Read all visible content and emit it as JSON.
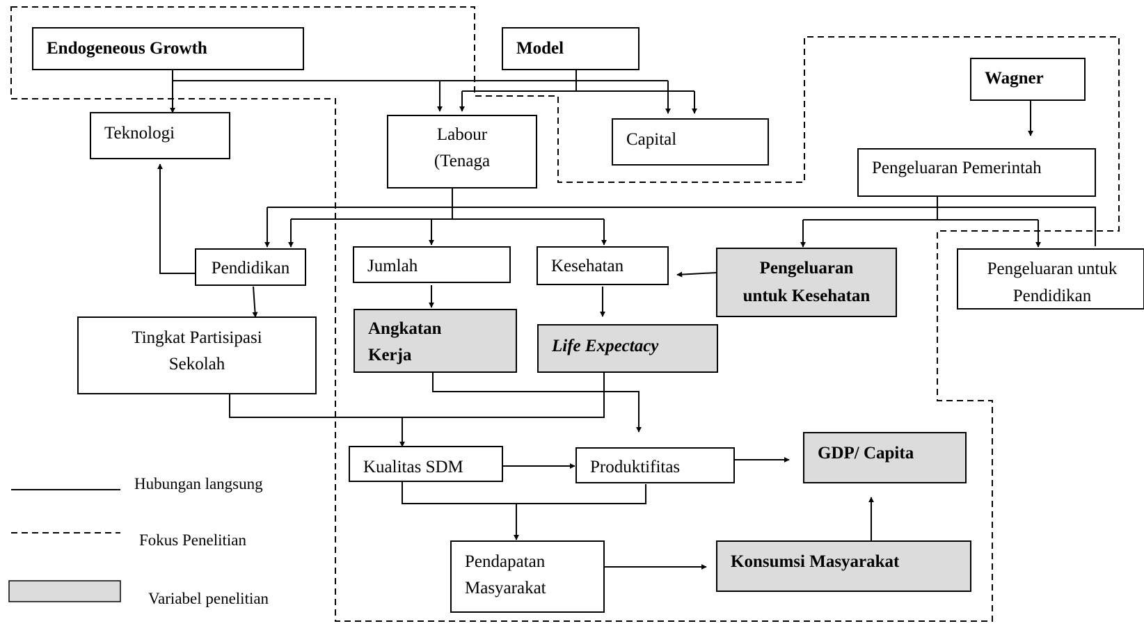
{
  "nodes": {
    "endogeneous_growth": "Endogeneous Growth",
    "model": "Model",
    "wagner": "Wagner",
    "teknologi": "Teknologi",
    "labour_line1": "Labour",
    "labour_line2": "(Tenaga",
    "capital": "Capital",
    "pengeluaran_pemerintah": "Pengeluaran Pemerintah",
    "pendidikan": "Pendidikan",
    "jumlah": "Jumlah",
    "kesehatan": "Kesehatan",
    "pengeluaran_kesehatan_line1": "Pengeluaran",
    "pengeluaran_kesehatan_line2": "untuk Kesehatan",
    "pengeluaran_pendidikan_line1": "Pengeluaran untuk",
    "pengeluaran_pendidikan_line2": "Pendidikan",
    "tps_line1": "Tingkat Partisipasi",
    "tps_line2": "Sekolah",
    "angkatan_kerja_line1": "Angkatan",
    "angkatan_kerja_line2": "Kerja",
    "life_expectancy": "Life Expectacy",
    "kualitas_sdm": "Kualitas SDM",
    "produktifitas": "Produktifitas",
    "gdp_capita": "GDP/ Capita",
    "pendapatan_line1": "Pendapatan",
    "pendapatan_line2": "Masyarakat",
    "konsumsi": "Konsumsi Masyarakat"
  },
  "legend": {
    "direct": "Hubungan langsung",
    "focus": "Fokus Penelitian",
    "variable": "Variabel penelitian"
  },
  "colors": {
    "shaded_fill": "#dcdcdc",
    "line": "#000000"
  }
}
